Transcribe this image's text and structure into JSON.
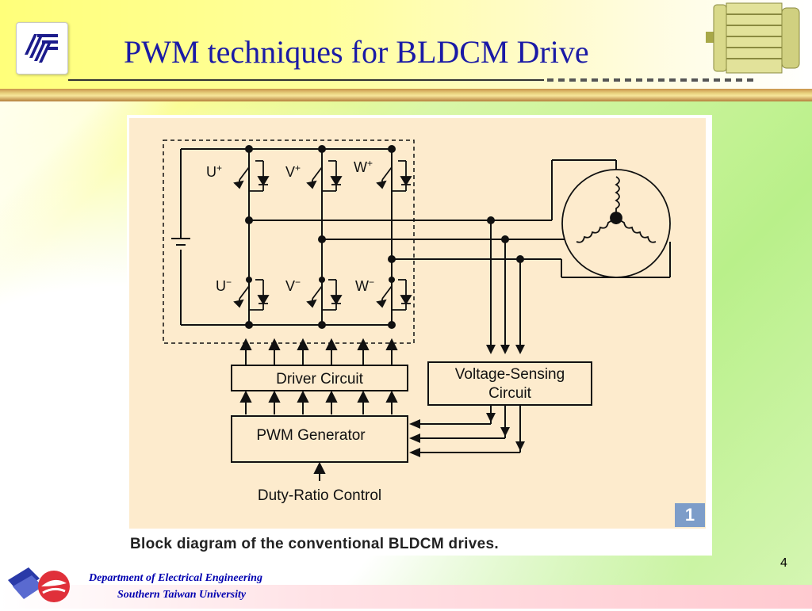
{
  "slide": {
    "title": "PWM techniques for BLDCM Drive",
    "page_number": "4",
    "footer": {
      "department": "Department of Electrical Engineering",
      "university": "Southern Taiwan University"
    }
  },
  "figure": {
    "caption": "Block diagram of the conventional BLDCM drives.",
    "figure_number": "1",
    "switch_labels": {
      "u_plus": "U",
      "v_plus": "V",
      "w_plus": "W",
      "u_minus": "U",
      "v_minus": "V",
      "w_minus": "W",
      "plus_sign": "+",
      "minus_sign": "−"
    },
    "blocks": {
      "driver_circuit": "Driver Circuit",
      "pwm_generator": "PWM Generator",
      "voltage_sensing_line1": "Voltage-Sensing",
      "voltage_sensing_line2": "Circuit",
      "duty_ratio_control": "Duty-Ratio Control"
    }
  },
  "colors": {
    "title": "#1a1aa6",
    "footer_text": "#0000b0",
    "diagram_bg": "#fdebcd",
    "badge": "#7d9dc9"
  }
}
